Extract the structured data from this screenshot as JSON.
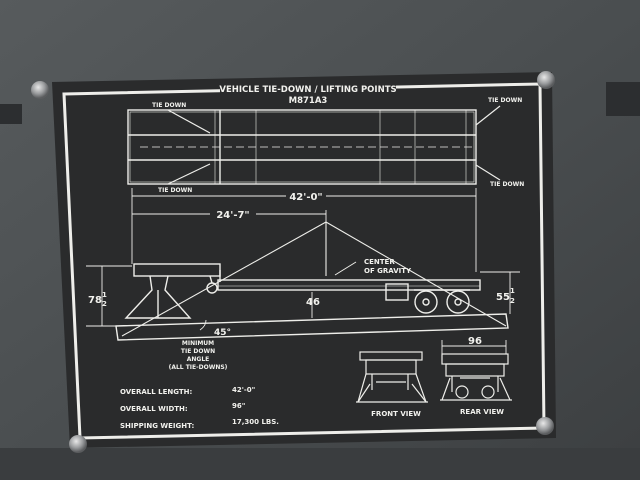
{
  "plate": {
    "title": "VEHICLE TIE-DOWN / LIFTING POINTS",
    "model": "M871A3",
    "labels": {
      "tie_down_tl": "TIE DOWN",
      "tie_down_tr": "TIE DOWN",
      "tie_down_bl": "TIE DOWN",
      "tie_down_br": "TIE DOWN"
    },
    "dimensions": {
      "overall_length": "42'-0\"",
      "cg_distance": "24'-7\"",
      "front_height_whole": "78",
      "front_height_frac_num": "1",
      "front_height_frac_den": "2",
      "rear_height_whole": "55",
      "rear_height_frac_num": "1",
      "rear_height_frac_den": "2",
      "center_height": "46",
      "angle": "45°",
      "rear_width": "96"
    },
    "cg_label": [
      "CENTER",
      "OF GRAVITY"
    ],
    "min_angle_label": [
      "MINIMUM",
      "TIE DOWN",
      "ANGLE",
      "(ALL TIE-DOWNS)"
    ],
    "specs": [
      {
        "label": "OVERALL LENGTH:",
        "value": "42'-0\""
      },
      {
        "label": "OVERALL WIDTH:",
        "value": "96\""
      },
      {
        "label": "SHIPPING WEIGHT:",
        "value": "17,300  LBS."
      }
    ],
    "views": {
      "front": "FRONT VIEW",
      "rear": "REAR VIEW"
    }
  },
  "colors": {
    "plate": "#2a2b2c",
    "line": "#eeeeea",
    "panel": "#4a4e50"
  }
}
